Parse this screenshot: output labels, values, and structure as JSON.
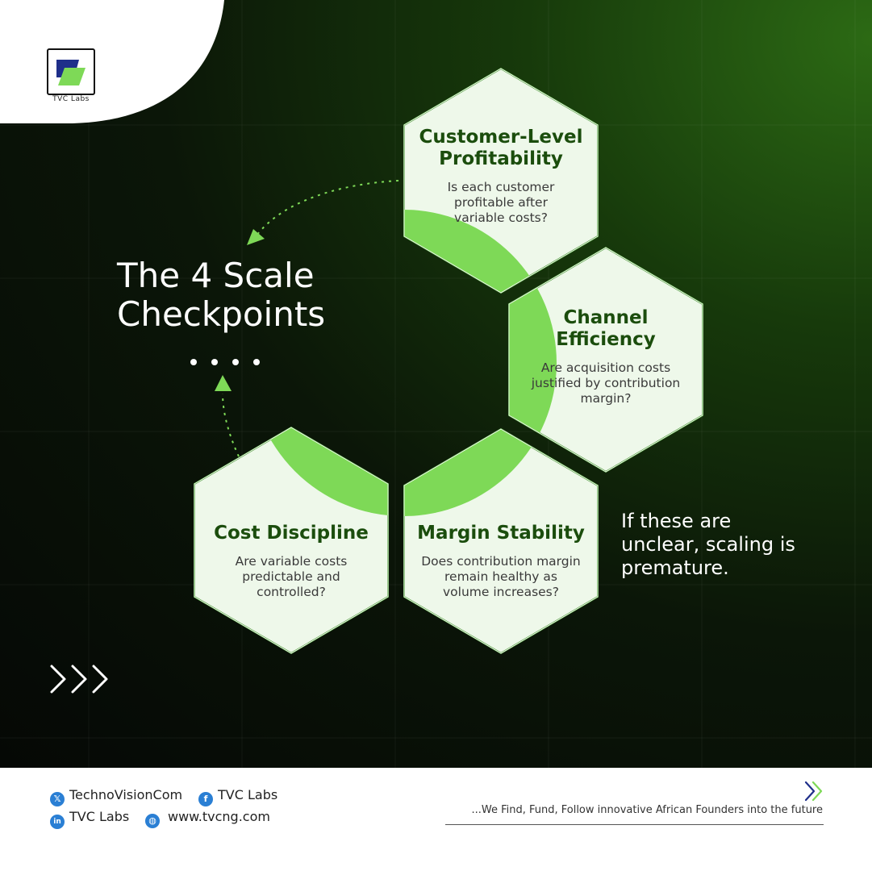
{
  "brand": {
    "logo_text": "TVC Labs"
  },
  "title": {
    "line1": "The 4 Scale",
    "line2": "Checkpoints"
  },
  "checkpoints": [
    {
      "heading_line1": "Customer-Level",
      "heading_line2": "Profitability",
      "question": "Is each customer profitable after variable costs?"
    },
    {
      "heading_line1": "Channel",
      "heading_line2": "Efficiency",
      "question": "Are acquisition costs justified by contribution margin?"
    },
    {
      "heading_line1": "Cost Discipline",
      "heading_line2": "",
      "question": "Are variable costs predictable and controlled?"
    },
    {
      "heading_line1": "Margin Stability",
      "heading_line2": "",
      "question": "Does contribution margin remain healthy as volume increases?"
    }
  ],
  "aside": "If these are unclear, scaling is premature.",
  "footer": {
    "social": [
      {
        "icon": "x-icon",
        "glyph": "𝕏",
        "label": "TechnoVisionCom"
      },
      {
        "icon": "facebook-icon",
        "glyph": "f",
        "label": "TVC Labs"
      },
      {
        "icon": "linkedin-icon",
        "glyph": "in",
        "label": "TVC Labs"
      },
      {
        "icon": "globe-icon",
        "glyph": "◍",
        "label": "www.tvcng.com"
      }
    ],
    "tagline": "...We Find, Fund, Follow innovative African Founders into the future"
  },
  "colors": {
    "hex_fill": "#eef8ea",
    "hex_border": "#3f8f2a",
    "accent_green": "#7ed957",
    "heading_green": "#1b4d0d",
    "brand_blue": "#1f2f8a",
    "brand_green": "#7ed957"
  }
}
